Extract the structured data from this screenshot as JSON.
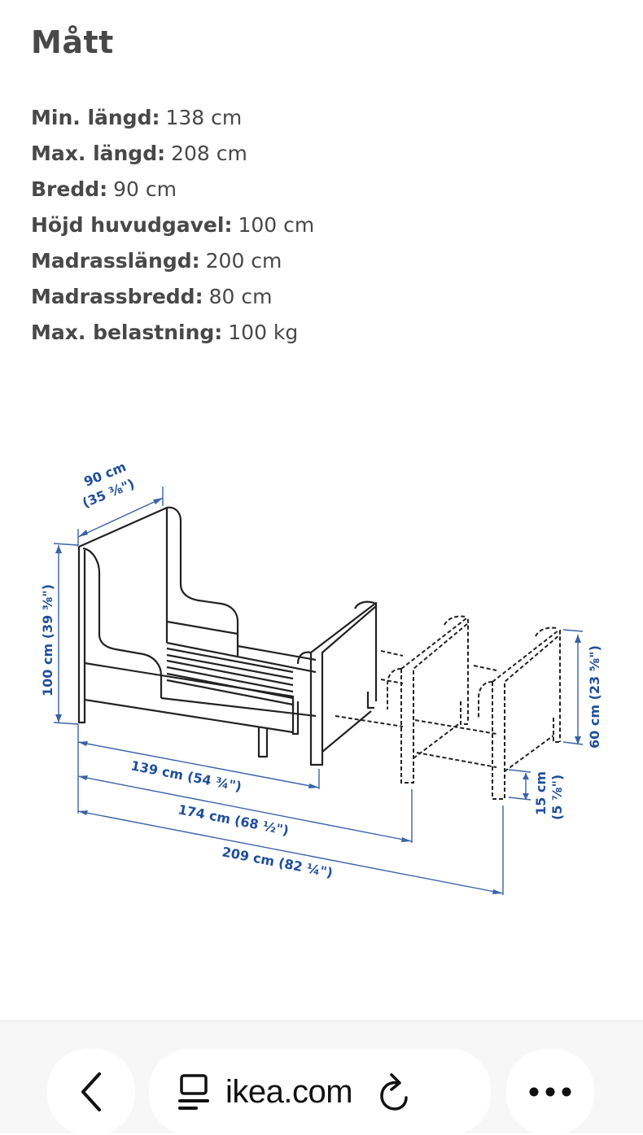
{
  "section": {
    "title": "Mått"
  },
  "specs": [
    {
      "label": "Min. längd:",
      "value": "138 cm"
    },
    {
      "label": "Max. längd:",
      "value": "208 cm"
    },
    {
      "label": "Bredd:",
      "value": "90 cm"
    },
    {
      "label": "Höjd huvudgavel:",
      "value": "100 cm"
    },
    {
      "label": "Madrasslängd:",
      "value": "200 cm"
    },
    {
      "label": "Madrassbredd:",
      "value": "80 cm"
    },
    {
      "label": "Max. belastning:",
      "value": "100 kg"
    }
  ],
  "diagram": {
    "width_cm": "90 cm",
    "width_in": "(35 ⅜\")",
    "height": "100 cm (39 ⅜\")",
    "len1": "139 cm (54 ¾\")",
    "len2": "174 cm (68 ½\")",
    "len3": "209 cm (82 ¼\")",
    "footboard_height": "60 cm (23 ⅝\")",
    "leg_cm": "15 cm",
    "leg_in": "(5 ⅞\")",
    "color": "#1f4f9a"
  },
  "browser": {
    "url": "ikea.com",
    "icons": [
      "chevron-left-icon",
      "page-layout-icon",
      "reload-icon",
      "more-icon"
    ]
  }
}
